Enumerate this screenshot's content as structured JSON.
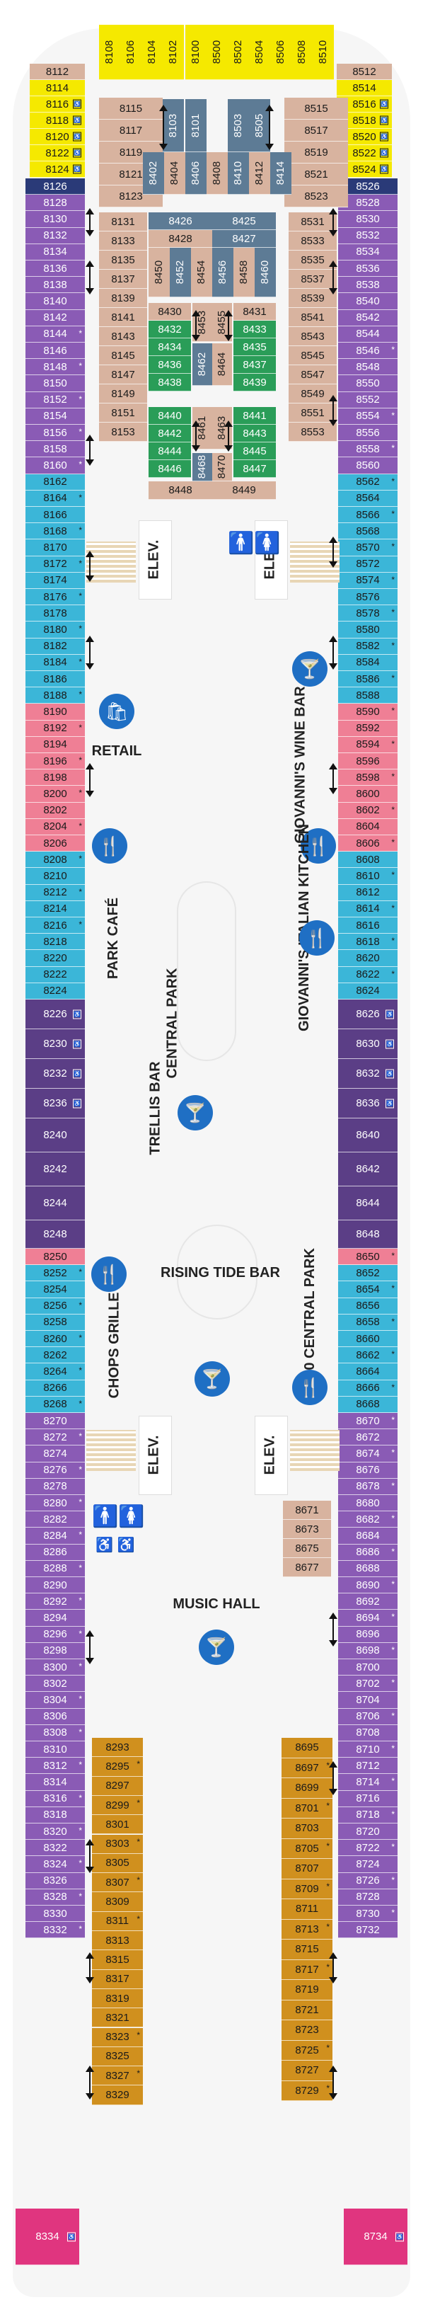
{
  "colors": {
    "yellow": "#f5e900",
    "navy": "#2a3a78",
    "purple": "#8a5bb5",
    "darkpurple": "#5b3e86",
    "blue": "#6c8fd1",
    "lightblue": "#5b9bd8",
    "teal": "#4a8fa3",
    "cyan": "#3bb6d8",
    "pink": "#ef7f95",
    "magenta": "#e0357f",
    "tan": "#d8b39f",
    "green": "#2a9d58",
    "grayblue": "#5d7b95",
    "orange": "#d0901e"
  },
  "icon_names": {
    "elevator": "elevator-label",
    "restaurant": "fork-knife-icon",
    "bar": "cocktail-icon",
    "shop": "shopping-bag-icon",
    "restroom": "restroom-icon",
    "accessible": "wheelchair-icon",
    "connecting": "double-arrow-icon"
  },
  "venues": {
    "retail": "RETAIL",
    "park_cafe": "PARK CAFÉ",
    "central_park": "CENTRAL PARK",
    "giovannis_wine_bar": "GIOVANNI'S WINE BAR",
    "giovannis_italian_kitchen": "GIOVANNI'S ITALIAN KITCHEN",
    "trellis_bar": "TRELLIS BAR",
    "rising_tide_bar": "RISING TIDE BAR",
    "chops_grille": "CHOPS GRILLE",
    "central_park_150": "150 CENTRAL PARK",
    "music_hall": "MUSIC HALL",
    "elevator": "ELEV."
  },
  "forward_top": [
    {
      "n": "8108",
      "c": "yellow"
    },
    {
      "n": "8106",
      "c": "yellow"
    },
    {
      "n": "8104",
      "c": "yellow"
    },
    {
      "n": "8102",
      "c": "yellow"
    },
    {
      "n": "8100",
      "c": "yellow"
    },
    {
      "n": "8500",
      "c": "yellow"
    },
    {
      "n": "8502",
      "c": "yellow"
    },
    {
      "n": "8504",
      "c": "yellow"
    },
    {
      "n": "8506",
      "c": "yellow"
    },
    {
      "n": "8508",
      "c": "yellow"
    },
    {
      "n": "8510",
      "c": "yellow"
    }
  ],
  "left_outer": [
    {
      "n": "8112",
      "c": "tan"
    },
    {
      "n": "8114",
      "c": "yellow"
    },
    {
      "n": "8116",
      "c": "yellow",
      "acc": true
    },
    {
      "n": "8118",
      "c": "yellow",
      "acc": true
    },
    {
      "n": "8120",
      "c": "yellow",
      "acc": true
    },
    {
      "n": "8122",
      "c": "yellow",
      "acc": true
    },
    {
      "n": "8124",
      "c": "yellow",
      "acc": true
    },
    {
      "n": "8126",
      "c": "navy"
    },
    {
      "n": "8128",
      "c": "purple"
    },
    {
      "n": "8130",
      "c": "purple"
    },
    {
      "n": "8132",
      "c": "purple"
    },
    {
      "n": "8134",
      "c": "purple"
    },
    {
      "n": "8136",
      "c": "purple"
    },
    {
      "n": "8138",
      "c": "purple"
    },
    {
      "n": "8140",
      "c": "purple"
    },
    {
      "n": "8142",
      "c": "purple"
    },
    {
      "n": "8144*",
      "c": "purple"
    },
    {
      "n": "8146",
      "c": "purple"
    },
    {
      "n": "8148*",
      "c": "purple"
    },
    {
      "n": "8150",
      "c": "purple"
    },
    {
      "n": "8152*",
      "c": "purple"
    },
    {
      "n": "8154",
      "c": "purple"
    },
    {
      "n": "8156*",
      "c": "purple"
    },
    {
      "n": "8158",
      "c": "purple"
    },
    {
      "n": "8160*",
      "c": "purple"
    },
    {
      "n": "8162",
      "c": "cyan"
    },
    {
      "n": "8164*",
      "c": "cyan"
    },
    {
      "n": "8166",
      "c": "cyan"
    },
    {
      "n": "8168*",
      "c": "cyan"
    },
    {
      "n": "8170",
      "c": "cyan"
    },
    {
      "n": "8172*",
      "c": "cyan"
    },
    {
      "n": "8174",
      "c": "cyan"
    },
    {
      "n": "8176*",
      "c": "cyan"
    },
    {
      "n": "8178",
      "c": "cyan"
    },
    {
      "n": "8180*",
      "c": "cyan"
    },
    {
      "n": "8182",
      "c": "cyan"
    },
    {
      "n": "8184*",
      "c": "cyan"
    },
    {
      "n": "8186",
      "c": "cyan"
    },
    {
      "n": "8188*",
      "c": "cyan"
    },
    {
      "n": "8190",
      "c": "pink"
    },
    {
      "n": "8192*",
      "c": "pink"
    },
    {
      "n": "8194",
      "c": "pink"
    },
    {
      "n": "8196*",
      "c": "pink"
    },
    {
      "n": "8198",
      "c": "pink"
    },
    {
      "n": "8200*",
      "c": "pink"
    },
    {
      "n": "8202",
      "c": "pink"
    },
    {
      "n": "8204*",
      "c": "pink"
    },
    {
      "n": "8206",
      "c": "pink"
    },
    {
      "n": "8208*",
      "c": "cyan"
    },
    {
      "n": "8210",
      "c": "cyan"
    },
    {
      "n": "8212*",
      "c": "cyan"
    },
    {
      "n": "8214",
      "c": "cyan"
    },
    {
      "n": "8216*",
      "c": "cyan"
    },
    {
      "n": "8218",
      "c": "cyan"
    },
    {
      "n": "8220",
      "c": "cyan"
    },
    {
      "n": "8222",
      "c": "cyan"
    },
    {
      "n": "8224",
      "c": "cyan"
    },
    {
      "n": "8226",
      "c": "darkpurple",
      "acc": true,
      "h": 42
    },
    {
      "n": "8230",
      "c": "darkpurple",
      "acc": true,
      "h": 42
    },
    {
      "n": "8232",
      "c": "darkpurple",
      "acc": true,
      "h": 42
    },
    {
      "n": "8236",
      "c": "darkpurple",
      "acc": true,
      "h": 42
    },
    {
      "n": "8240",
      "c": "darkpurple",
      "h": 48
    },
    {
      "n": "8242",
      "c": "darkpurple",
      "h": 48
    },
    {
      "n": "8244",
      "c": "darkpurple",
      "h": 48
    },
    {
      "n": "8248",
      "c": "darkpurple",
      "h": 40
    },
    {
      "n": "8250",
      "c": "pink"
    },
    {
      "n": "8252*",
      "c": "cyan"
    },
    {
      "n": "8254",
      "c": "cyan"
    },
    {
      "n": "8256*",
      "c": "cyan"
    },
    {
      "n": "8258",
      "c": "cyan"
    },
    {
      "n": "8260*",
      "c": "cyan"
    },
    {
      "n": "8262",
      "c": "cyan"
    },
    {
      "n": "8264*",
      "c": "cyan"
    },
    {
      "n": "8266",
      "c": "cyan"
    },
    {
      "n": "8268*",
      "c": "cyan"
    },
    {
      "n": "8270",
      "c": "purple"
    },
    {
      "n": "8272*",
      "c": "purple"
    },
    {
      "n": "8274",
      "c": "purple"
    },
    {
      "n": "8276*",
      "c": "purple"
    },
    {
      "n": "8278",
      "c": "purple"
    },
    {
      "n": "8280*",
      "c": "purple"
    },
    {
      "n": "8282",
      "c": "purple"
    },
    {
      "n": "8284*",
      "c": "purple"
    },
    {
      "n": "8286",
      "c": "purple"
    },
    {
      "n": "8288*",
      "c": "purple"
    },
    {
      "n": "8290",
      "c": "purple"
    },
    {
      "n": "8292*",
      "c": "purple"
    },
    {
      "n": "8294",
      "c": "purple"
    },
    {
      "n": "8296*",
      "c": "purple"
    },
    {
      "n": "8298",
      "c": "purple"
    },
    {
      "n": "8300*",
      "c": "purple"
    },
    {
      "n": "8302",
      "c": "purple"
    },
    {
      "n": "8304*",
      "c": "purple"
    },
    {
      "n": "8306",
      "c": "purple"
    },
    {
      "n": "8308*",
      "c": "purple"
    },
    {
      "n": "8310",
      "c": "purple"
    },
    {
      "n": "8312*",
      "c": "purple"
    },
    {
      "n": "8314",
      "c": "purple"
    },
    {
      "n": "8316*",
      "c": "purple"
    },
    {
      "n": "8318",
      "c": "purple"
    },
    {
      "n": "8320*",
      "c": "purple"
    },
    {
      "n": "8322",
      "c": "purple"
    },
    {
      "n": "8324*",
      "c": "purple"
    },
    {
      "n": "8326",
      "c": "purple"
    },
    {
      "n": "8328*",
      "c": "purple"
    },
    {
      "n": "8330",
      "c": "purple"
    },
    {
      "n": "8332*",
      "c": "purple"
    }
  ],
  "right_outer": [
    {
      "n": "8512",
      "c": "tan"
    },
    {
      "n": "8514",
      "c": "yellow"
    },
    {
      "n": "8516",
      "c": "yellow",
      "acc": true
    },
    {
      "n": "8518",
      "c": "yellow",
      "acc": true
    },
    {
      "n": "8520",
      "c": "yellow",
      "acc": true
    },
    {
      "n": "8522",
      "c": "yellow",
      "acc": true
    },
    {
      "n": "8524",
      "c": "yellow",
      "acc": true
    },
    {
      "n": "8526",
      "c": "navy"
    },
    {
      "n": "8528",
      "c": "purple"
    },
    {
      "n": "8530",
      "c": "purple"
    },
    {
      "n": "8532",
      "c": "purple"
    },
    {
      "n": "8534",
      "c": "purple"
    },
    {
      "n": "8536",
      "c": "purple"
    },
    {
      "n": "8538",
      "c": "purple"
    },
    {
      "n": "8540",
      "c": "purple"
    },
    {
      "n": "8542",
      "c": "purple"
    },
    {
      "n": "8544",
      "c": "purple"
    },
    {
      "n": "8546*",
      "c": "purple"
    },
    {
      "n": "8548",
      "c": "purple"
    },
    {
      "n": "8550",
      "c": "purple"
    },
    {
      "n": "8552",
      "c": "purple"
    },
    {
      "n": "8554*",
      "c": "purple"
    },
    {
      "n": "8556",
      "c": "purple"
    },
    {
      "n": "8558*",
      "c": "purple"
    },
    {
      "n": "8560",
      "c": "purple"
    },
    {
      "n": "8562*",
      "c": "cyan"
    },
    {
      "n": "8564",
      "c": "cyan"
    },
    {
      "n": "8566*",
      "c": "cyan"
    },
    {
      "n": "8568",
      "c": "cyan"
    },
    {
      "n": "8570*",
      "c": "cyan"
    },
    {
      "n": "8572",
      "c": "cyan"
    },
    {
      "n": "8574*",
      "c": "cyan"
    },
    {
      "n": "8576",
      "c": "cyan"
    },
    {
      "n": "8578*",
      "c": "cyan"
    },
    {
      "n": "8580",
      "c": "cyan"
    },
    {
      "n": "8582*",
      "c": "cyan"
    },
    {
      "n": "8584",
      "c": "cyan"
    },
    {
      "n": "8586*",
      "c": "cyan"
    },
    {
      "n": "8588",
      "c": "cyan"
    },
    {
      "n": "8590*",
      "c": "pink"
    },
    {
      "n": "8592",
      "c": "pink"
    },
    {
      "n": "8594*",
      "c": "pink"
    },
    {
      "n": "8596",
      "c": "pink"
    },
    {
      "n": "8598*",
      "c": "pink"
    },
    {
      "n": "8600",
      "c": "pink"
    },
    {
      "n": "8602*",
      "c": "pink"
    },
    {
      "n": "8604",
      "c": "pink"
    },
    {
      "n": "8606*",
      "c": "pink"
    },
    {
      "n": "8608",
      "c": "cyan"
    },
    {
      "n": "8610*",
      "c": "cyan"
    },
    {
      "n": "8612",
      "c": "cyan"
    },
    {
      "n": "8614*",
      "c": "cyan"
    },
    {
      "n": "8616",
      "c": "cyan"
    },
    {
      "n": "8618*",
      "c": "cyan"
    },
    {
      "n": "8620",
      "c": "cyan"
    },
    {
      "n": "8622*",
      "c": "cyan"
    },
    {
      "n": "8624",
      "c": "cyan"
    },
    {
      "n": "8626",
      "c": "darkpurple",
      "acc": true,
      "h": 42
    },
    {
      "n": "8630",
      "c": "darkpurple",
      "acc": true,
      "h": 42
    },
    {
      "n": "8632",
      "c": "darkpurple",
      "acc": true,
      "h": 42
    },
    {
      "n": "8636",
      "c": "darkpurple",
      "acc": true,
      "h": 42
    },
    {
      "n": "8640",
      "c": "darkpurple",
      "h": 48
    },
    {
      "n": "8642",
      "c": "darkpurple",
      "h": 48
    },
    {
      "n": "8644",
      "c": "darkpurple",
      "h": 48
    },
    {
      "n": "8648",
      "c": "darkpurple",
      "h": 40
    },
    {
      "n": "8650*",
      "c": "pink"
    },
    {
      "n": "8652",
      "c": "cyan"
    },
    {
      "n": "8654*",
      "c": "cyan"
    },
    {
      "n": "8656",
      "c": "cyan"
    },
    {
      "n": "8658*",
      "c": "cyan"
    },
    {
      "n": "8660",
      "c": "cyan"
    },
    {
      "n": "8662*",
      "c": "cyan"
    },
    {
      "n": "8664",
      "c": "cyan"
    },
    {
      "n": "8666*",
      "c": "cyan"
    },
    {
      "n": "8668",
      "c": "cyan"
    },
    {
      "n": "8670*",
      "c": "purple"
    },
    {
      "n": "8672",
      "c": "purple"
    },
    {
      "n": "8674*",
      "c": "purple"
    },
    {
      "n": "8676",
      "c": "purple"
    },
    {
      "n": "8678*",
      "c": "purple"
    },
    {
      "n": "8680",
      "c": "purple"
    },
    {
      "n": "8682*",
      "c": "purple"
    },
    {
      "n": "8684",
      "c": "purple"
    },
    {
      "n": "8686*",
      "c": "purple"
    },
    {
      "n": "8688",
      "c": "purple"
    },
    {
      "n": "8690*",
      "c": "purple"
    },
    {
      "n": "8692",
      "c": "purple"
    },
    {
      "n": "8694*",
      "c": "purple"
    },
    {
      "n": "8696",
      "c": "purple"
    },
    {
      "n": "8698*",
      "c": "purple"
    },
    {
      "n": "8700",
      "c": "purple"
    },
    {
      "n": "8702*",
      "c": "purple"
    },
    {
      "n": "8704",
      "c": "purple"
    },
    {
      "n": "8706*",
      "c": "purple"
    },
    {
      "n": "8708",
      "c": "purple"
    },
    {
      "n": "8710*",
      "c": "purple"
    },
    {
      "n": "8712",
      "c": "purple"
    },
    {
      "n": "8714*",
      "c": "purple"
    },
    {
      "n": "8716",
      "c": "purple"
    },
    {
      "n": "8718*",
      "c": "purple"
    },
    {
      "n": "8720",
      "c": "purple"
    },
    {
      "n": "8722*",
      "c": "purple"
    },
    {
      "n": "8724",
      "c": "purple"
    },
    {
      "n": "8726*",
      "c": "purple"
    },
    {
      "n": "8728",
      "c": "purple"
    },
    {
      "n": "8730*",
      "c": "purple"
    },
    {
      "n": "8732",
      "c": "purple"
    }
  ],
  "aft_corners": [
    {
      "n": "8334",
      "c": "magenta",
      "acc": true
    },
    {
      "n": "8734",
      "c": "magenta",
      "acc": true
    }
  ],
  "interior_left_top": [
    "8115",
    "8117",
    "8119",
    "8121",
    "8123"
  ],
  "interior_right_top": [
    "8515",
    "8517",
    "8519",
    "8521",
    "8523"
  ],
  "interior_center_top": [
    [
      "8103",
      "8101",
      "8503",
      "8505"
    ],
    [
      "8402",
      "8404",
      "8406",
      "8408",
      "8410",
      "8412",
      "8414"
    ]
  ],
  "interior_left_mid": [
    "8131",
    "8133",
    "8135",
    "8137",
    "8139",
    "8141",
    "8143",
    "8145",
    "8147",
    "8149",
    "8151",
    "8153"
  ],
  "interior_right_mid": [
    "8531",
    "8533",
    "8535",
    "8537",
    "8539",
    "8541",
    "8543",
    "8545",
    "8547",
    "8549",
    "8551",
    "8553"
  ],
  "interior_center_mid": {
    "grayblue_top": [
      "8426",
      "8425",
      "8428",
      "8427"
    ],
    "tan_strip": [
      "8450",
      "8452",
      "8454",
      "8456",
      "8458",
      "8460"
    ],
    "upper_tan": [
      "8430",
      "8431",
      "8453",
      "8455"
    ],
    "green_left": [
      "8432",
      "8434",
      "8436",
      "8438"
    ],
    "green_right": [
      "8433",
      "8435",
      "8437",
      "8439"
    ],
    "center_gray": [
      "8462",
      "8464"
    ],
    "green_left2": [
      "8440",
      "8442",
      "8444",
      "8446"
    ],
    "green_right2": [
      "8441",
      "8443",
      "8445",
      "8447"
    ],
    "center_tan2": [
      "8461",
      "8463",
      "8468",
      "8470"
    ],
    "bottom": [
      "8448",
      "8449"
    ]
  },
  "interior_aft_right_small": [
    "8671",
    "8673",
    "8675",
    "8677"
  ],
  "interior_aft_left": [
    "8293",
    "8295*",
    "8297",
    "8299*",
    "8301",
    "8303*",
    "8305",
    "8307*",
    "8309",
    "8311*",
    "8313",
    "8315",
    "8317",
    "8319",
    "8321",
    "8323*",
    "8325",
    "8327*",
    "8329"
  ],
  "interior_aft_right": [
    "8695",
    "8697*",
    "8699",
    "8701*",
    "8703",
    "8705*",
    "8707",
    "8709*",
    "8711",
    "8713*",
    "8715",
    "8717*",
    "8719",
    "8721",
    "8723",
    "8725*",
    "8727",
    "8729*"
  ]
}
